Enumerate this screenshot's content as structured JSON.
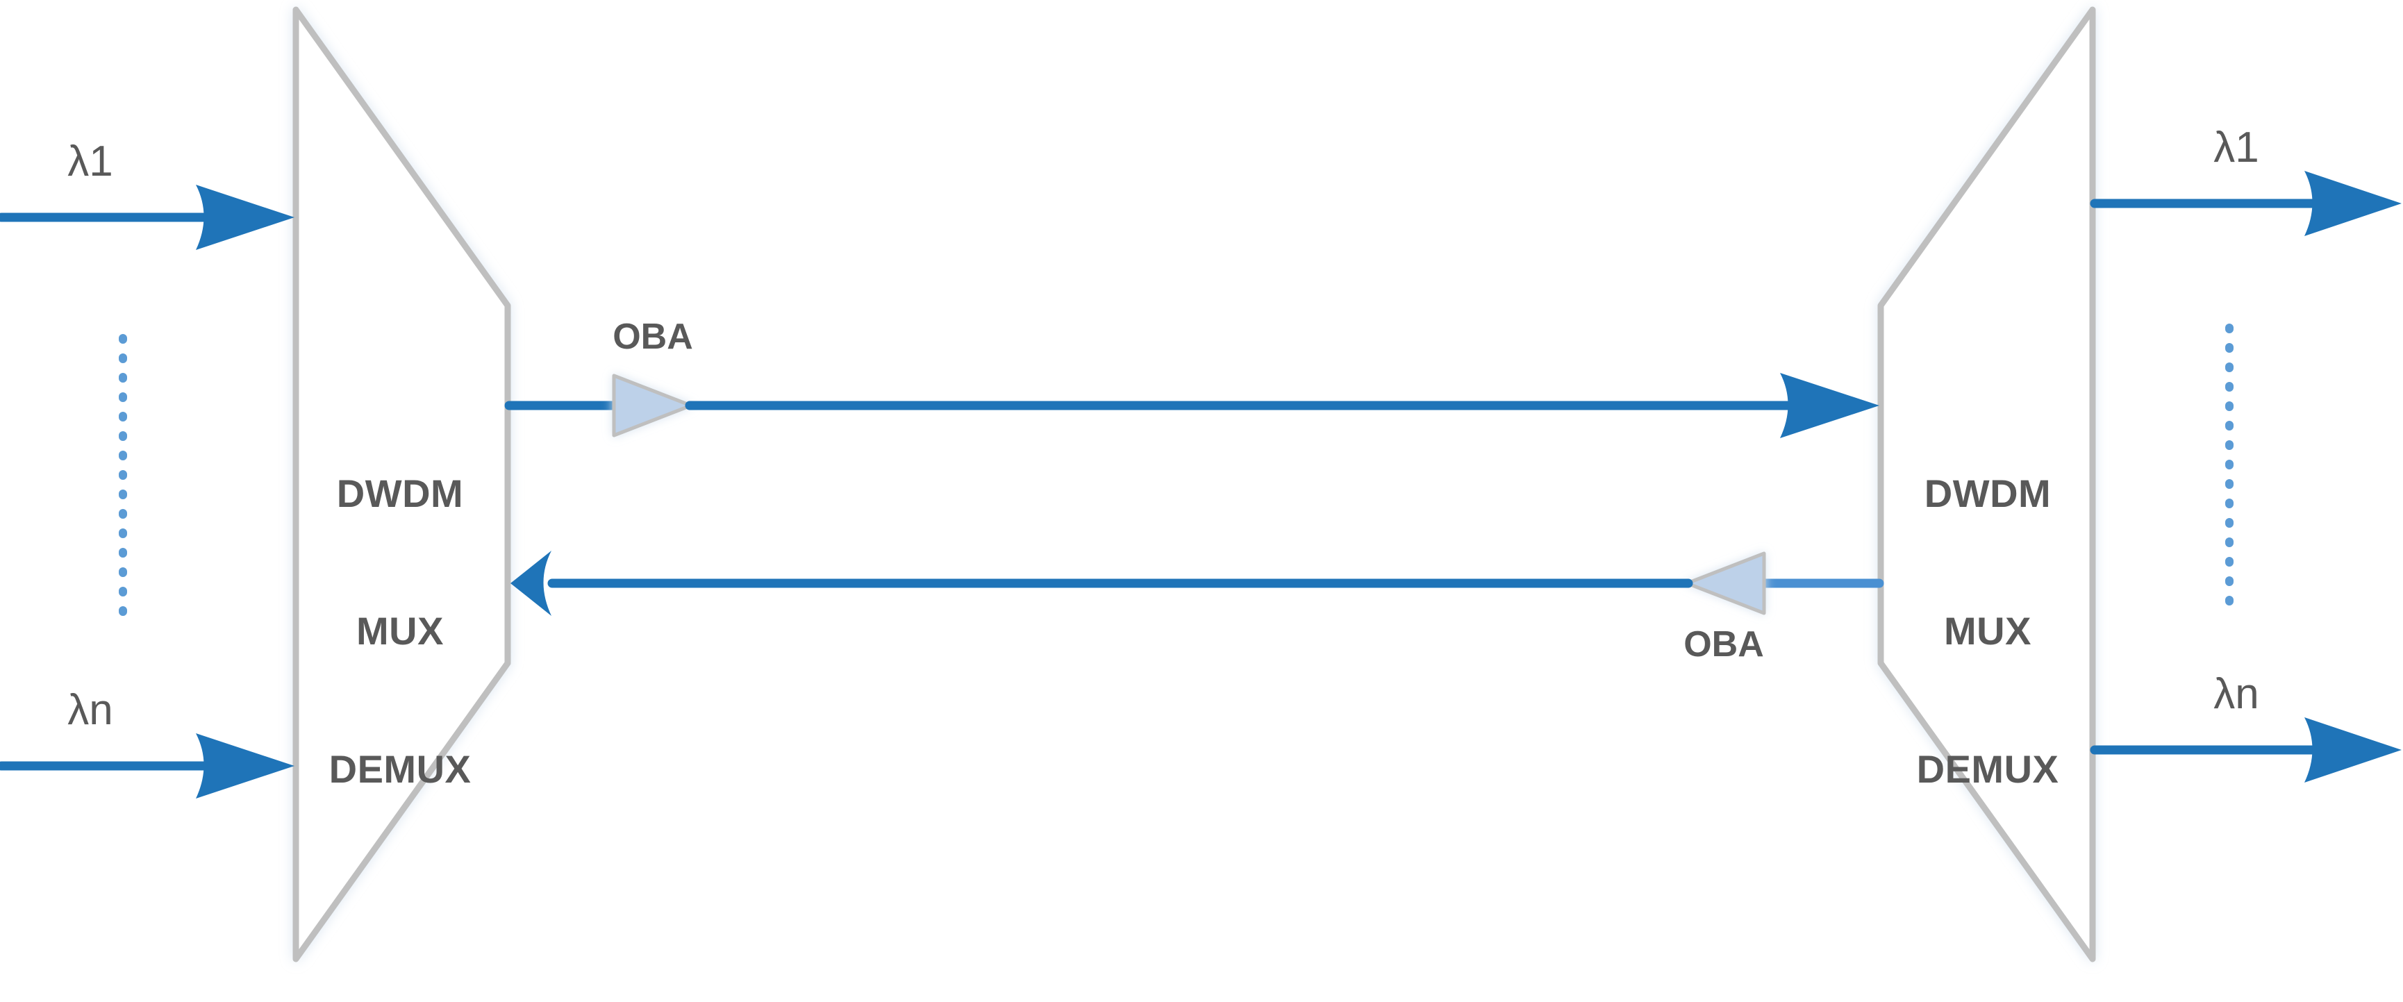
{
  "diagram": {
    "title": "DWDM MUX/DEMUX point-to-point link with optical booster amplifiers",
    "colors": {
      "line_primary": "#1f74b8",
      "line_secondary": "#4a90d2",
      "dotted": "#5b9bd5",
      "node_border": "#bfbfbf",
      "node_fill": "#ffffff",
      "amp_fill": "#bdd1e9",
      "amp_border": "#bfbfbf",
      "text": "#595959"
    },
    "nodes": [
      {
        "id": "left-mux",
        "name": "dwdm-mux-demux-left",
        "lines": [
          "DWDM",
          "MUX",
          "DEMUX"
        ]
      },
      {
        "id": "right-mux",
        "name": "dwdm-mux-demux-right",
        "lines": [
          "DWDM",
          "MUX",
          "DEMUX"
        ]
      }
    ],
    "amplifiers": [
      {
        "id": "oba-forward",
        "label": "OBA",
        "direction": "right"
      },
      {
        "id": "oba-return",
        "label": "OBA",
        "direction": "left"
      }
    ],
    "channel_labels": {
      "left_first": "λ1",
      "left_last": "λn",
      "right_first": "λ1",
      "right_last": "λn"
    },
    "ellipsis": {
      "left": "vertical-dotted-line",
      "right": "vertical-dotted-line"
    }
  }
}
